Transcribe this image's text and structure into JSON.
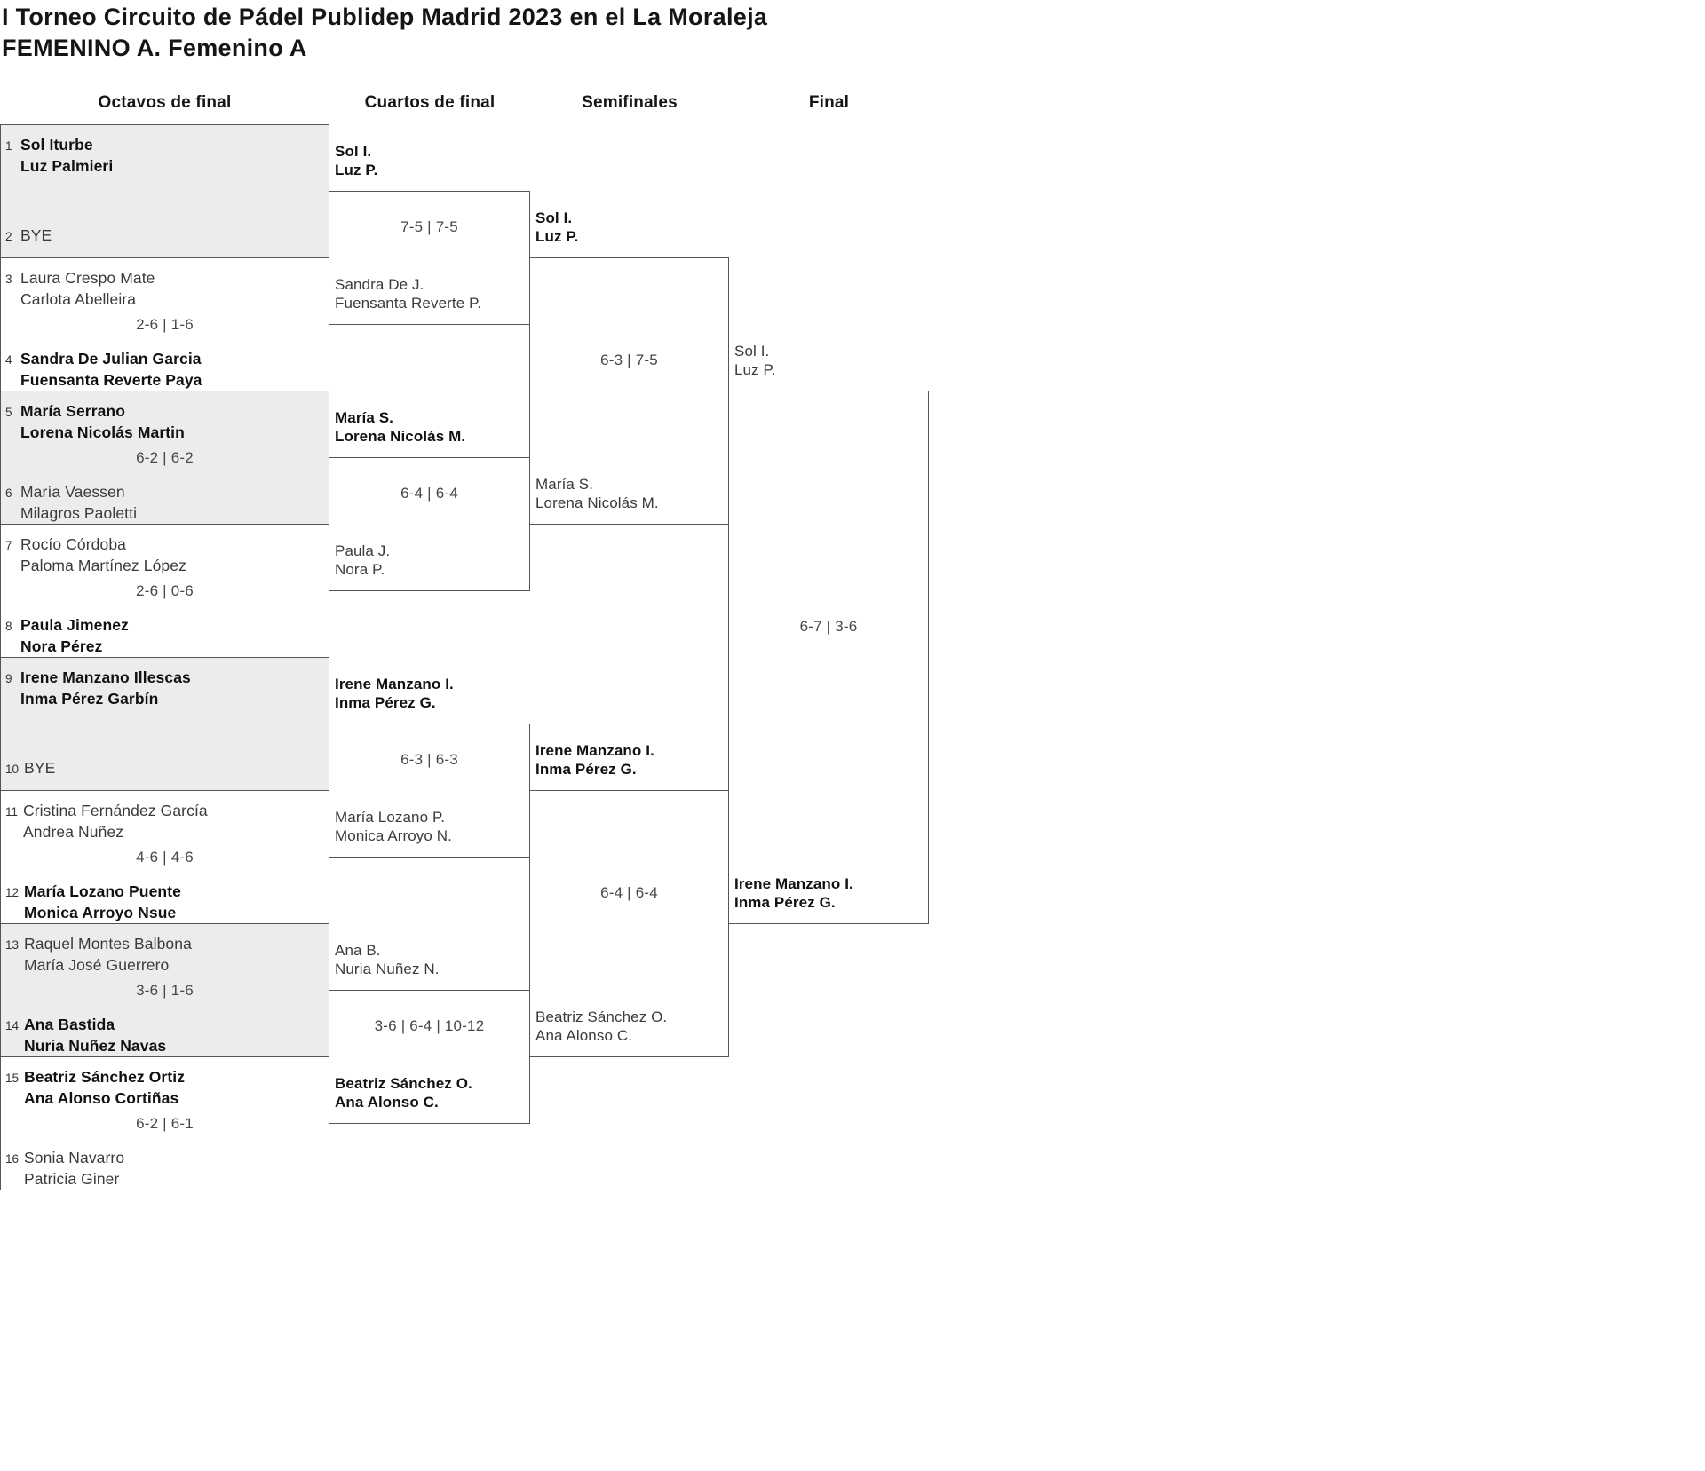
{
  "title": {
    "line1": "I Torneo Circuito de Pádel Publidep Madrid 2023 en el La Moraleja",
    "line2": "FEMENINO A. Femenino A"
  },
  "round_headers": [
    {
      "label": "Octavos de final"
    },
    {
      "label": "Cuartos de final"
    },
    {
      "label": "Semifinales"
    },
    {
      "label": "Final"
    }
  ],
  "octavos": [
    {
      "seed1": "1",
      "team1": [
        "Sol Iturbe",
        "Luz Palmieri"
      ],
      "winner1": true,
      "seed2": "2",
      "team2": [
        "BYE"
      ],
      "winner2": false,
      "score": ""
    },
    {
      "seed1": "3",
      "team1": [
        "Laura Crespo Mate",
        "Carlota Abelleira"
      ],
      "winner1": false,
      "seed2": "4",
      "team2": [
        "Sandra De Julian Garcia",
        "Fuensanta Reverte Paya"
      ],
      "winner2": true,
      "score": "2-6 | 1-6"
    },
    {
      "seed1": "5",
      "team1": [
        "María Serrano",
        "Lorena Nicolás Martin"
      ],
      "winner1": true,
      "seed2": "6",
      "team2": [
        "María Vaessen",
        "Milagros Paoletti"
      ],
      "winner2": false,
      "score": "6-2 | 6-2"
    },
    {
      "seed1": "7",
      "team1": [
        "Rocío Córdoba",
        "Paloma Martínez López"
      ],
      "winner1": false,
      "seed2": "8",
      "team2": [
        "Paula Jimenez",
        "Nora Pérez"
      ],
      "winner2": true,
      "score": "2-6 | 0-6"
    },
    {
      "seed1": "9",
      "team1": [
        "Irene Manzano Illescas",
        "Inma Pérez Garbín"
      ],
      "winner1": true,
      "seed2": "10",
      "team2": [
        "BYE"
      ],
      "winner2": false,
      "score": ""
    },
    {
      "seed1": "11",
      "team1": [
        "Cristina Fernández García",
        "Andrea Nuñez"
      ],
      "winner1": false,
      "seed2": "12",
      "team2": [
        "María Lozano Puente",
        "Monica Arroyo Nsue"
      ],
      "winner2": true,
      "score": "4-6 | 4-6"
    },
    {
      "seed1": "13",
      "team1": [
        "Raquel Montes Balbona",
        "María José Guerrero"
      ],
      "winner1": false,
      "seed2": "14",
      "team2": [
        "Ana Bastida",
        "Nuria Nuñez Navas"
      ],
      "winner2": true,
      "score": "3-6 | 1-6"
    },
    {
      "seed1": "15",
      "team1": [
        "Beatriz Sánchez Ortiz",
        "Ana Alonso Cortiñas"
      ],
      "winner1": true,
      "seed2": "16",
      "team2": [
        "Sonia Navarro",
        "Patricia Giner"
      ],
      "winner2": false,
      "score": "6-2 | 6-1"
    }
  ],
  "cuartos": [
    {
      "team1": [
        "Sol I.",
        "Luz P."
      ],
      "winner1": true,
      "team2": [
        "Sandra De J.",
        "Fuensanta Reverte P."
      ],
      "winner2": false,
      "score": "7-5 | 7-5"
    },
    {
      "team1": [
        "María S.",
        "Lorena Nicolás M."
      ],
      "winner1": true,
      "team2": [
        "Paula J.",
        "Nora P."
      ],
      "winner2": false,
      "score": "6-4 | 6-4"
    },
    {
      "team1": [
        "Irene Manzano I.",
        "Inma Pérez G."
      ],
      "winner1": true,
      "team2": [
        "María Lozano P.",
        "Monica Arroyo N."
      ],
      "winner2": false,
      "score": "6-3 | 6-3"
    },
    {
      "team1": [
        "Ana B.",
        "Nuria Nuñez N."
      ],
      "winner1": false,
      "team2": [
        "Beatriz Sánchez O.",
        "Ana Alonso C."
      ],
      "winner2": true,
      "score": "3-6 | 6-4 | 10-12"
    }
  ],
  "semifinales": [
    {
      "team1": [
        "Sol I.",
        "Luz P."
      ],
      "winner1": true,
      "team2": [
        "María S.",
        "Lorena Nicolás M."
      ],
      "winner2": false,
      "score": "6-3 | 7-5"
    },
    {
      "team1": [
        "Irene Manzano I.",
        "Inma Pérez G."
      ],
      "winner1": true,
      "team2": [
        "Beatriz Sánchez O.",
        "Ana Alonso C."
      ],
      "winner2": false,
      "score": "6-4 | 6-4"
    }
  ],
  "final": {
    "team1": [
      "Sol I.",
      "Luz P."
    ],
    "winner1": false,
    "team2": [
      "Irene Manzano I.",
      "Inma Pérez G."
    ],
    "winner2": true,
    "score": "6-7 | 3-6"
  },
  "colors": {
    "shade": "#ececec",
    "border": "#555555",
    "text": "#3b3b3b",
    "winner": "#111111",
    "score": "#474747"
  }
}
